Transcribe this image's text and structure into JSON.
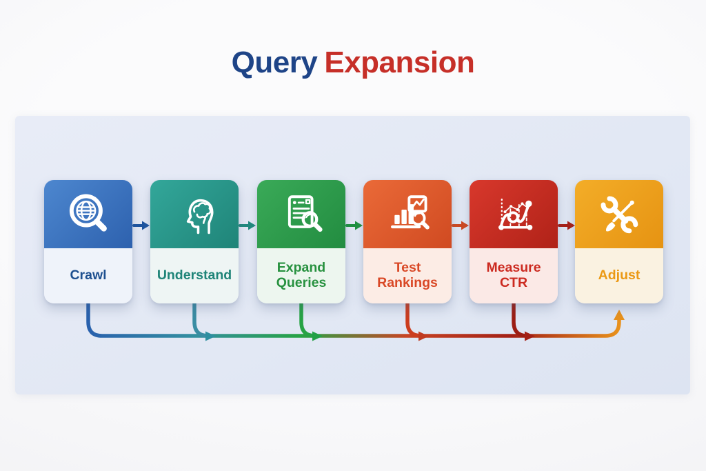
{
  "title": {
    "primary": "Query",
    "secondary": "Expansion",
    "primary_color": "#1e4487",
    "secondary_color": "#c62f28"
  },
  "steps": [
    {
      "label": "Crawl",
      "icon": "globe-magnifier-icon",
      "gradient_start": "#4d87cf",
      "gradient_end": "#2d61ae",
      "label_color": "#1d4f8f",
      "label_bg": "#eff3fa",
      "arrow_color": "#1d55a0"
    },
    {
      "label": "Understand",
      "icon": "head-brain-icon",
      "gradient_start": "#33a79a",
      "gradient_end": "#1f8478",
      "label_color": "#1f8478",
      "label_bg": "#eef5f4",
      "arrow_color": "#218a7e"
    },
    {
      "label": "Expand Queries",
      "icon": "document-magnifier-icon",
      "gradient_start": "#3aaa58",
      "gradient_end": "#228c40",
      "label_color": "#27913f",
      "label_bg": "#edf6ef",
      "arrow_color": "#1f9240"
    },
    {
      "label": "Test Rankings",
      "icon": "bar-chart-magnifier-icon",
      "gradient_start": "#ea6a38",
      "gradient_end": "#d04a21",
      "label_color": "#d94826",
      "label_bg": "#fcece5",
      "arrow_color": "#cf4a22"
    },
    {
      "label": "Measure CTR",
      "icon": "line-chart-icon",
      "gradient_start": "#d8382c",
      "gradient_end": "#b02218",
      "label_color": "#cc2a20",
      "label_bg": "#fbe9e6",
      "arrow_color": "#a81f16"
    },
    {
      "label": "Adjust",
      "icon": "wrench-brush-icon",
      "gradient_start": "#f3ad28",
      "gradient_end": "#e69312",
      "label_color": "#eb9914",
      "label_bg": "#faf2e1",
      "arrow_color": "#e8911c"
    }
  ]
}
